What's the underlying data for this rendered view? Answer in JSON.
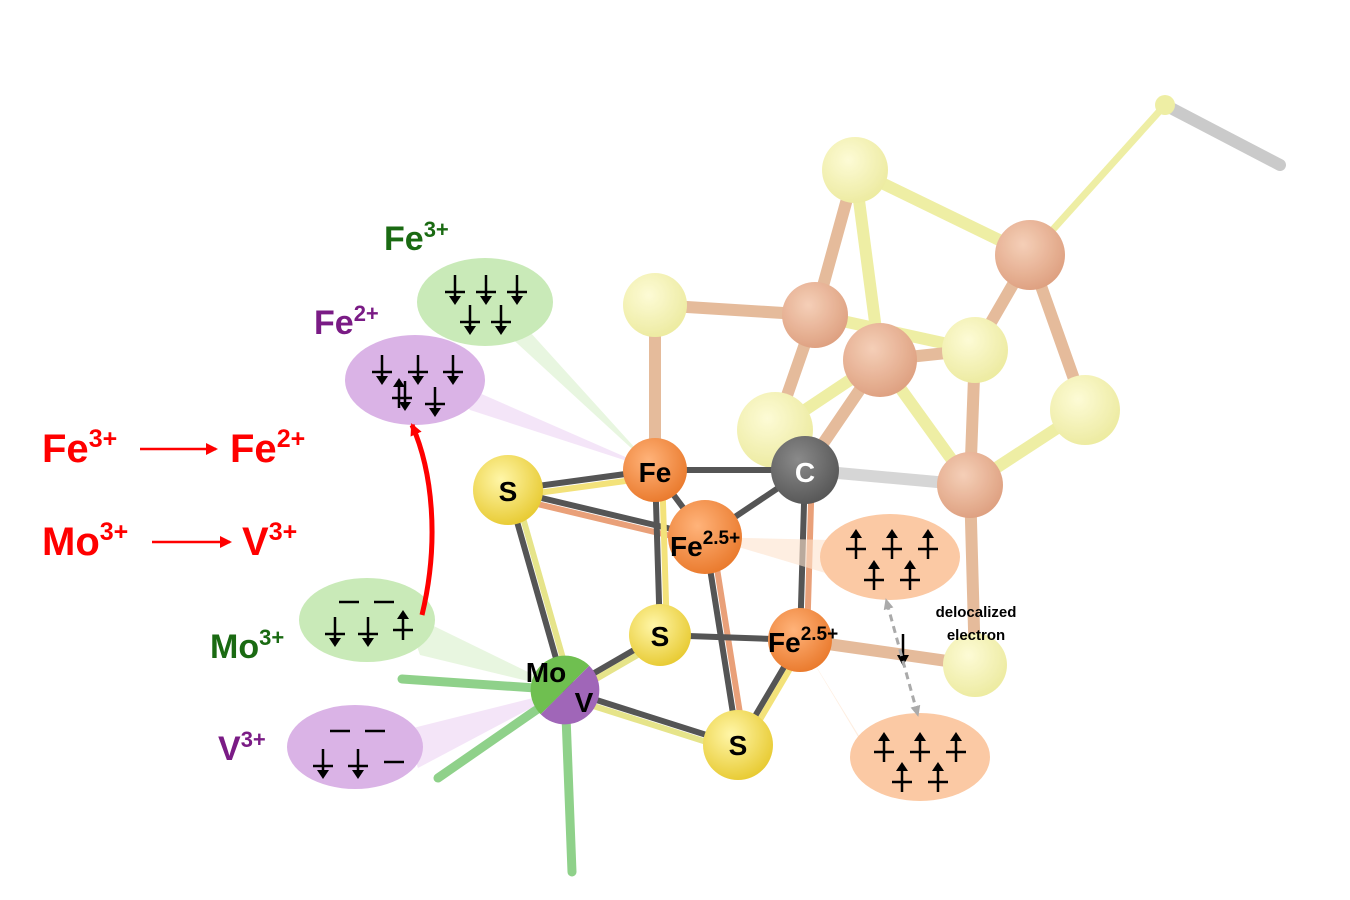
{
  "atoms": {
    "s1": "S",
    "s2": "S",
    "s3": "S",
    "fe_top": "Fe",
    "c": "C",
    "fe25a_base": "Fe",
    "fe25a_sup": "2.5+",
    "fe25b_base": "Fe",
    "fe25b_sup": "2.5+",
    "mo": "Mo",
    "v": "V"
  },
  "ions": {
    "fe3_base": "Fe",
    "fe3_sup": "3+",
    "fe2_base": "Fe",
    "fe2_sup": "2+",
    "mo3_base": "Mo",
    "mo3_sup": "3+",
    "v3_base": "V",
    "v3_sup": "3+"
  },
  "conversions": {
    "fe_from_base": "Fe",
    "fe_from_sup": "3+",
    "fe_to_base": "Fe",
    "fe_to_sup": "2+",
    "mo_from_base": "Mo",
    "mo_from_sup": "3+",
    "v_to_base": "V",
    "v_to_sup": "3+"
  },
  "note": {
    "line1": "delocalized",
    "line2": "electron"
  },
  "colors": {
    "sulfur": "#f2d84a",
    "iron": "#f08a3c",
    "carbon": "#666666",
    "molybdenum": "#6fbf50",
    "vanadium": "#a066b8",
    "green_bubble": "#c9eab8",
    "purple_bubble": "#dab3e6",
    "orange_bubble": "#fbc9a4",
    "red": "#ff0000",
    "green_text": "#1a6a12",
    "purple_text": "#7a1b85"
  }
}
